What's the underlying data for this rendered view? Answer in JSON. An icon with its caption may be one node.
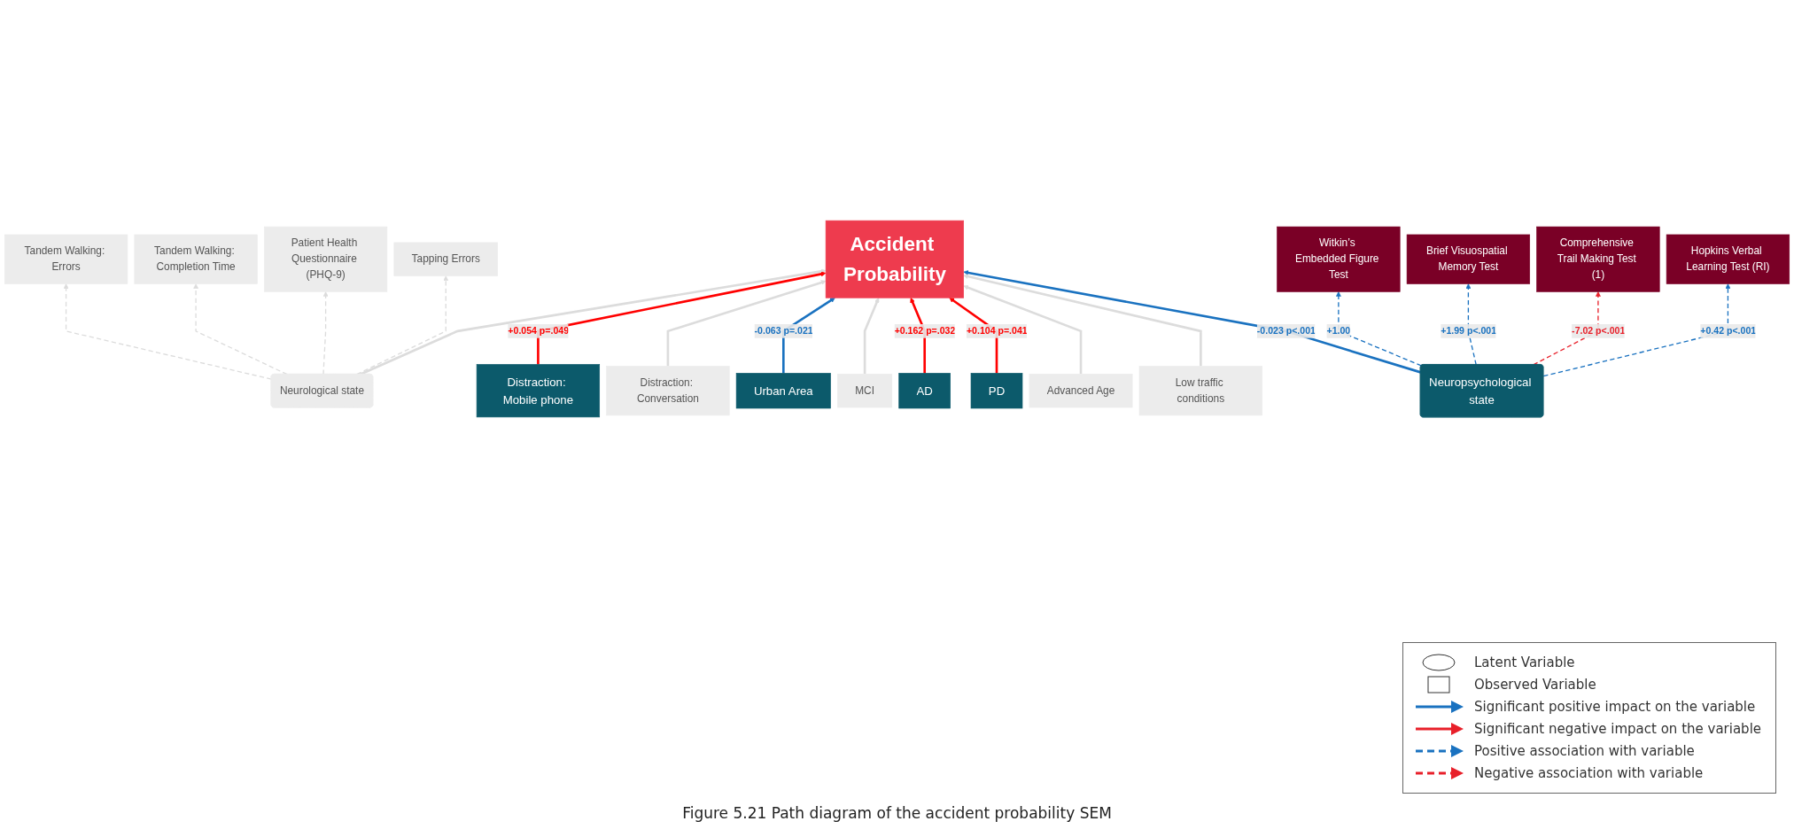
{
  "diagram": {
    "caption": "Figure 5.21 Path diagram of the accident probability SEM",
    "nodes": [
      {
        "text": [
          "Accident Probability"
        ]
      },
      {
        "text": [
          "Neurological state"
        ]
      },
      {
        "text": [
          "Tandem Walking: Errors"
        ]
      },
      {
        "text": [
          "Tandem Walking: Completion Time"
        ]
      },
      {
        "text": [
          "Patient Health Questionnaire (PHQ-9)"
        ]
      },
      {
        "text": [
          "Tapping Errors"
        ]
      },
      {
        "text": [
          "Neuropsychological state"
        ]
      },
      {
        "text": [
          "Witkin’s Embedded Figure Test"
        ]
      },
      {
        "text": [
          "Brief Visuospatial Memory Test"
        ]
      },
      {
        "text": [
          "Comprehensive Trail Making Test (1)"
        ]
      },
      {
        "text": [
          "Hopkins Verbal Learning Test (RI)"
        ]
      },
      {
        "text": [
          "Distraction: Mobile phone"
        ]
      },
      {
        "text": [
          "Distraction: Conversation"
        ]
      },
      {
        "text": [
          "Urban Area"
        ]
      },
      {
        "text": [
          "MCI"
        ]
      },
      {
        "text": [
          "AD"
        ]
      },
      {
        "text": [
          "PD"
        ]
      },
      {
        "text": [
          "Advanced Age"
        ]
      },
      {
        "text": [
          "Low traffic conditions"
        ]
      }
    ],
    "edges": [
      {
        "from": 1,
        "to": 2,
        "arrow": "to",
        "style": "dashed"
      },
      {
        "from": 1,
        "to": 3,
        "arrow": "to",
        "style": "dashed"
      },
      {
        "from": 1,
        "to": 4,
        "arrow": "to",
        "style": "dashed"
      },
      {
        "from": 1,
        "to": 5,
        "arrow": "to",
        "style": "dashed"
      },
      {
        "from": 1,
        "to": 0,
        "arrow": "to"
      },
      {
        "from": 6,
        "to": 0,
        "arrow": "to",
        "label": "-0.023 p<.001",
        "color": "#1a72c0"
      },
      {
        "from": 6,
        "to": 7,
        "arrow": "to",
        "label": "+1.00",
        "style": "dashed",
        "color": "#1a72c0"
      },
      {
        "from": 6,
        "to": 8,
        "arrow": "to",
        "label": "+1.99 p<.001",
        "style": "dashed",
        "color": "#1a72c0"
      },
      {
        "from": 6,
        "to": 9,
        "arrow": "to",
        "label": "-7.02 p<.001",
        "style": "dashed",
        "color": "#e8202a"
      },
      {
        "from": 6,
        "to": 10,
        "arrow": "to",
        "label": "+0.42 p<.001",
        "style": "dashed",
        "color": "#1a72c0"
      },
      {
        "from": 11,
        "to": 0,
        "arrow": "to",
        "label": "+0.054 p=.049",
        "color": "#ff0000"
      },
      {
        "from": 12,
        "to": 0,
        "arrow": "to"
      },
      {
        "from": 13,
        "to": 0,
        "arrow": "to",
        "label": "-0.063 p=.021",
        "color": "#1a72c0"
      },
      {
        "from": 14,
        "to": 0,
        "arrow": "to"
      },
      {
        "from": 15,
        "to": 0,
        "arrow": "to",
        "label": "+0.162 p=.032",
        "color": "#ff0000"
      },
      {
        "from": 16,
        "to": 0,
        "arrow": "to",
        "label": "+0.104 p=.041",
        "color": "#ff0000"
      },
      {
        "from": 17,
        "to": 0,
        "arrow": "to"
      },
      {
        "from": 18,
        "to": 0,
        "arrow": "to"
      }
    ],
    "legend": [
      {
        "text": "Latent Variable"
      },
      {
        "text": "Observed Variable"
      },
      {
        "text": "Significant positive impact on the variable"
      },
      {
        "text": "Significant negative impact on the variable"
      },
      {
        "text": "Positive association with variable"
      },
      {
        "text": "Negative association with variable"
      }
    ]
  }
}
